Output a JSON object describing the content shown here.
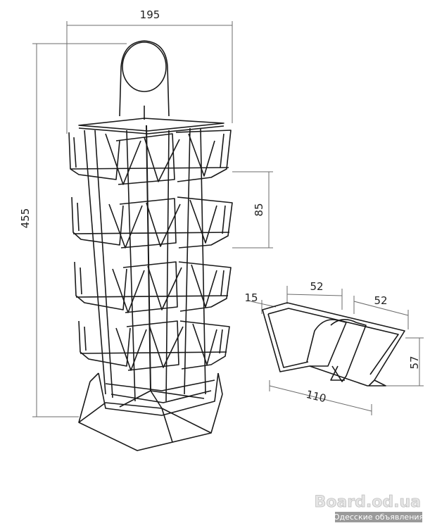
{
  "dimensions": {
    "width_total": "195",
    "height_total": "455",
    "tier_spacing": "85",
    "pocket_front_width": "52",
    "pocket_back_width": "52",
    "pocket_lip": "15",
    "pocket_depth": "110",
    "pocket_height": "57"
  },
  "watermark": {
    "site": "Board.od.ua",
    "tagline": "Одесские объявления"
  },
  "colors": {
    "line": "#1a1a1a",
    "dimension_line": "#6b6b6b",
    "background": "#ffffff"
  }
}
